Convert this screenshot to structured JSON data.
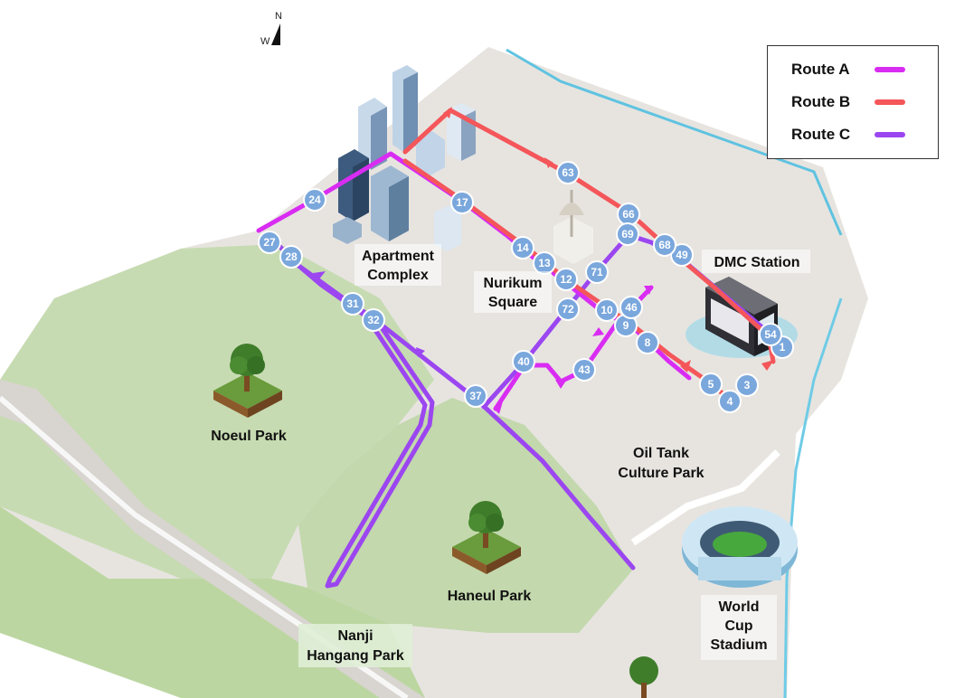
{
  "compass": {
    "n": "N",
    "w": "W"
  },
  "legend": [
    {
      "label": "Route A",
      "color": "#d92cf2"
    },
    {
      "label": "Route B",
      "color": "#f4565a"
    },
    {
      "label": "Route C",
      "color": "#9b46f0"
    }
  ],
  "places": {
    "apartment": [
      "Apartment",
      "Complex"
    ],
    "nurikum": [
      "Nurikum",
      "Square"
    ],
    "dmc": "DMC Station",
    "noeul": "Noeul Park",
    "oiltank": [
      "Oil Tank",
      "Culture Park"
    ],
    "haneul": "Haneul Park",
    "worldcup": [
      "World",
      "Cup",
      "Stadium"
    ],
    "nanji": [
      "Nanji",
      "Hangang Park"
    ]
  },
  "stops": [
    "1",
    "3",
    "4",
    "5",
    "8",
    "9",
    "10",
    "12",
    "13",
    "14",
    "17",
    "24",
    "27",
    "28",
    "31",
    "32",
    "37",
    "40",
    "43",
    "46",
    "49",
    "54",
    "63",
    "66",
    "68",
    "69",
    "71",
    "72"
  ],
  "colors": {
    "land": "#e6e3df",
    "park": "#c9dcb6",
    "park_dark": "#b7d0a0",
    "water": "#5fc3e0",
    "road": "#ffffff"
  }
}
